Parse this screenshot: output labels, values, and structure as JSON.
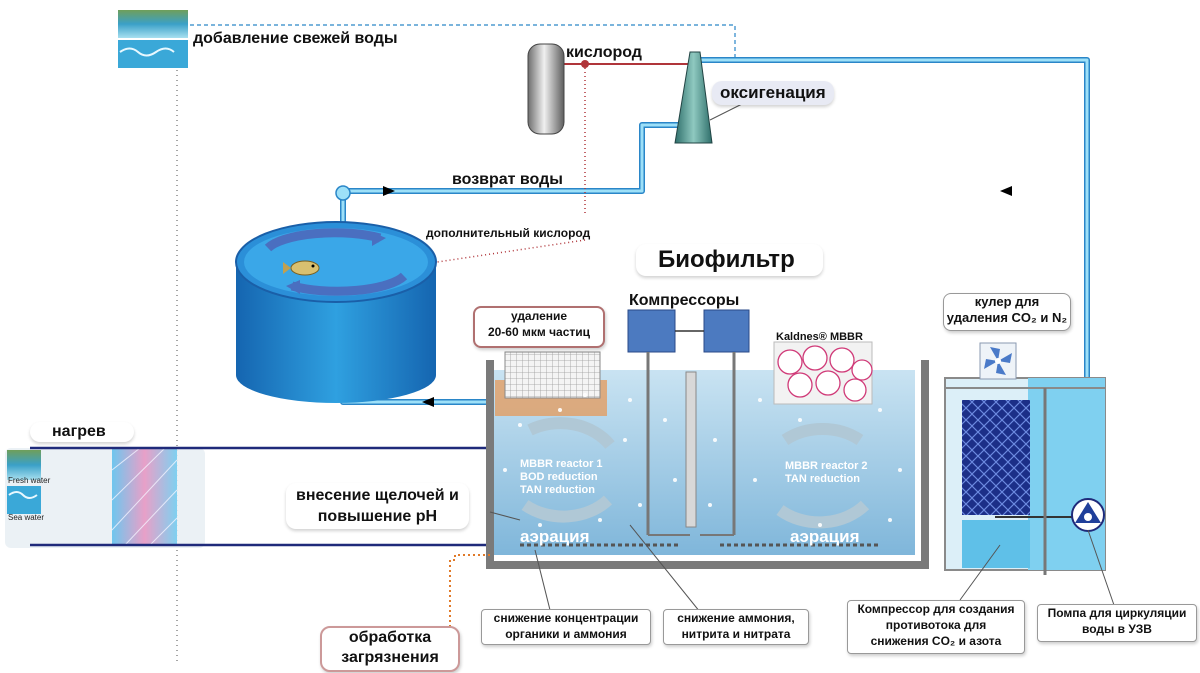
{
  "labels": {
    "fresh_water_add": "добавление свежей воды",
    "oxygen": "кислород",
    "oxygenation": "оксигенация",
    "water_return": "возврат воды",
    "extra_oxygen": "дополнительный кислород",
    "biofilter": "Биофильтр",
    "compressors": "Компрессоры",
    "particle_removal": "удаление\n20-60 мкм частиц",
    "kaldnes": "Kaldnes® MBBR",
    "cooler": "кулер для\nудаления CO₂ и N₂",
    "heating": "нагрев",
    "fresh_water": "Fresh water",
    "sea_water": "Sea water",
    "alkali": "внесение щелочей и\nповышение pH",
    "reactor1": "MBBR reactor 1\nBOD reduction\nTAN reduction",
    "reactor2": "MBBR reactor 2\nTAN reduction",
    "aeration1": "аэрация",
    "aeration2": "аэрация",
    "organic_reduction": "снижение концентрации\nорганики и аммония",
    "ammonia_reduction": "снижение аммония,\nнитрита и нитрата",
    "co2_compressor": "Компрессор для создания\nпротивотока для\nснижения CO₂ и азота",
    "pump": "Помпа для циркуляции\nводы в УЗВ",
    "pollution_treatment": "обработка\nзагрязнения"
  },
  "colors": {
    "water_pipe": "#7fd3f2",
    "pipe_outline": "#2a86c8",
    "tank_blue": "#1e88d0",
    "heat_pipe": "#1f2a7a",
    "oxygen_line": "#b0353a",
    "pollution_line": "#e07a2a",
    "vessel_wall": "#8a8a8a",
    "water_fill": "#9ccbe6"
  },
  "icons": [
    "landscape-thumbnail-icon",
    "oxygen-cylinder-icon",
    "oxygenation-cone-icon",
    "fish-icon",
    "fan-icon",
    "pump-icon"
  ]
}
